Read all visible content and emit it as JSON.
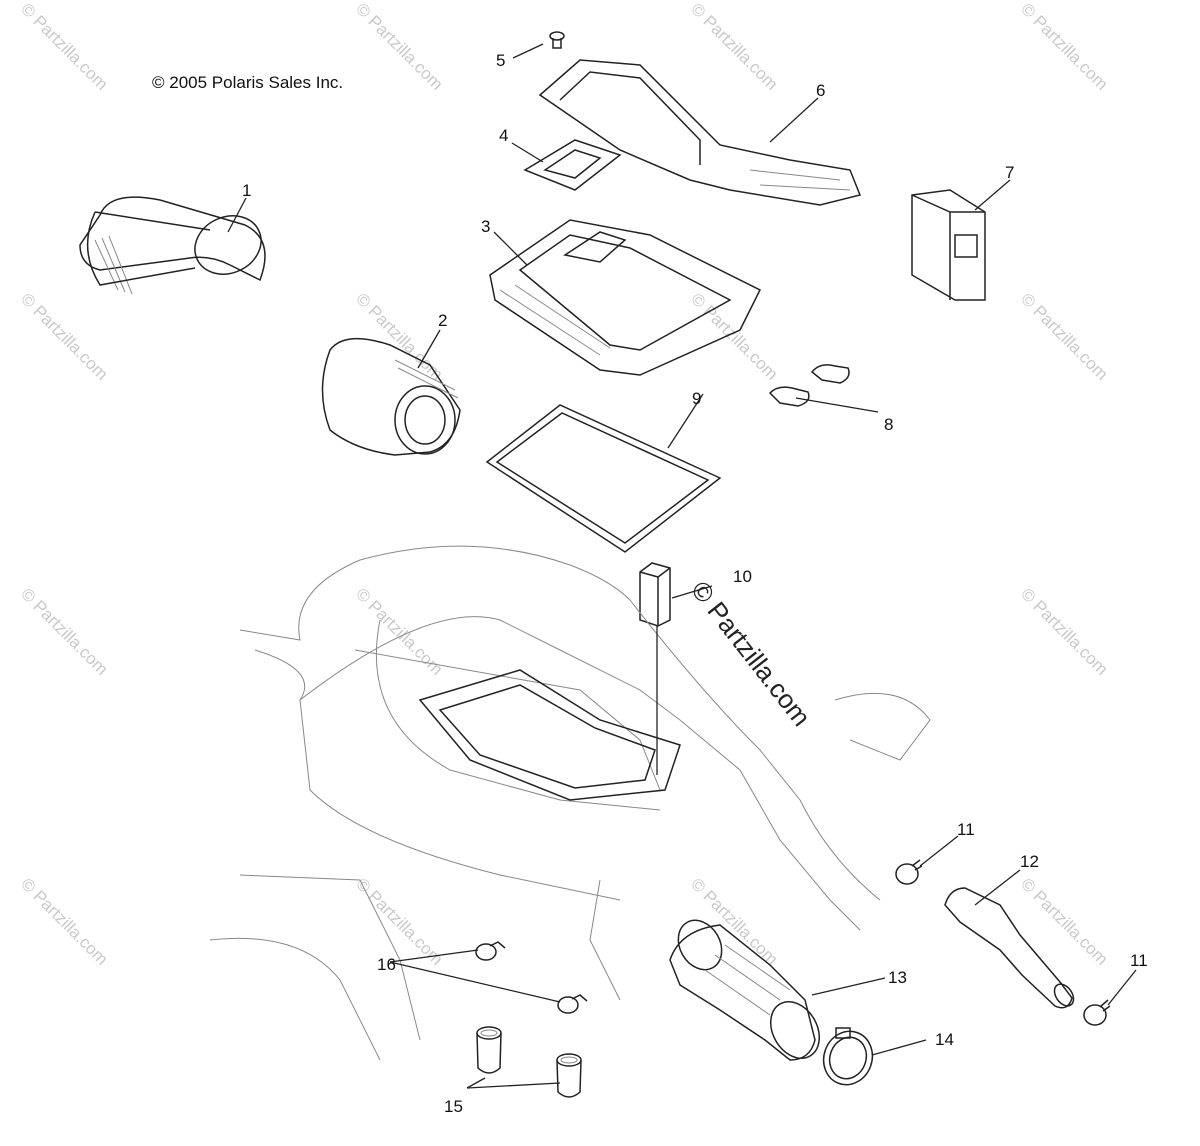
{
  "copyright": "© 2005 Polaris Sales Inc.",
  "watermark": "© Partzilla.com",
  "callouts": [
    "1",
    "2",
    "3",
    "4",
    "5",
    "6",
    "7",
    "8",
    "9",
    "10",
    "11",
    "12",
    "13",
    "14",
    "15",
    "16"
  ],
  "callout_11_second": "11"
}
